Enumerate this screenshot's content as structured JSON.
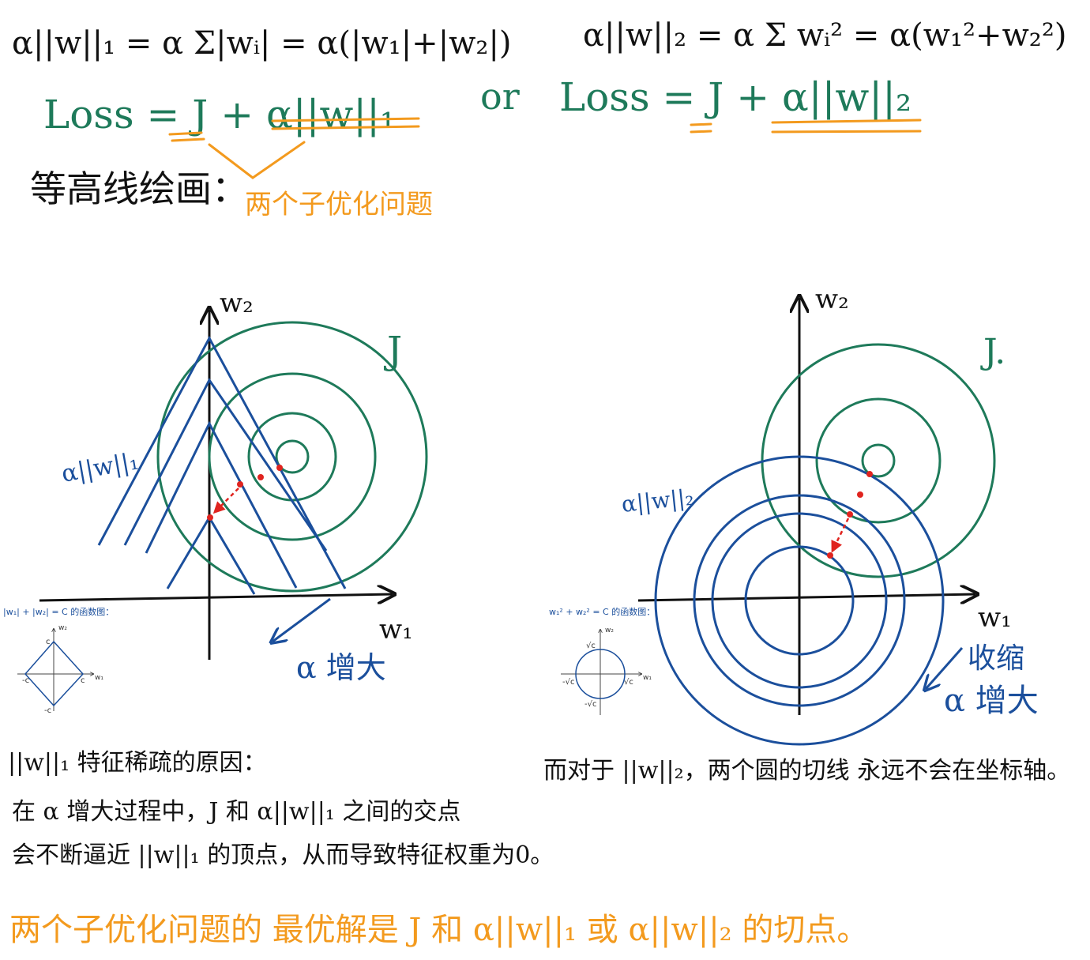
{
  "colors": {
    "ink": "#111111",
    "green": "#1e7a5a",
    "orange": "#f39a1e",
    "blue": "#1b4f9c",
    "red": "#e0241f"
  },
  "header": {
    "l1_formula": "α||w||₁ = α Σ|wᵢ| = α(|w₁|+|w₂|)",
    "l2_formula": "α||w||₂ = α Σ wᵢ² = α(w₁²+w₂²)",
    "loss_l1": "Loss = J + α||w||₁",
    "or": "or",
    "loss_l2": "Loss = J + α||w||₂",
    "contour_label": "等高线绘画：",
    "subproblem": "两个子优化问题"
  },
  "left_plot": {
    "w2_label": "w₂",
    "w1_label": "w₁",
    "j_label": "J",
    "l1_label": "α||w||₁",
    "alpha_increase": "α 增大",
    "inset_title": "|w₁| + |w₂| = C  的函数图：",
    "inset_w2": "w₂",
    "inset_w1": "w₁",
    "inset_c_top": "c",
    "inset_c_bottom": "-c",
    "inset_c_left": "-c",
    "inset_c_right": "c"
  },
  "right_plot": {
    "w2_label": "w₂",
    "w1_label": "w₁",
    "j_label": "J.",
    "l2_label": "α||w||₂",
    "shrink": "收缩",
    "alpha_increase": "α 增大",
    "inset_title": "w₁² + w₂² = C  的函数图：",
    "inset_w2": "w₂",
    "inset_w1": "w₁",
    "inset_c_top": "√c",
    "inset_c_bottom": "-√c",
    "inset_c_left": "-√c",
    "inset_c_right": "√c"
  },
  "notes": {
    "l1_title": "||w||₁ 特征稀疏的原因：",
    "l1_line1": "在 α 增大过程中，J 和 α||w||₁ 之间的交点",
    "l1_line2": "会不断逼近 ||w||₁ 的顶点，从而导致特征权重为0。",
    "l2_note": "而对于 ||w||₂，两个圆的切线 永远不会在坐标轴。",
    "conclusion": "两个子优化问题的 最优解是 J 和 α||w||₁ 或 α||w||₂ 的切点。"
  }
}
